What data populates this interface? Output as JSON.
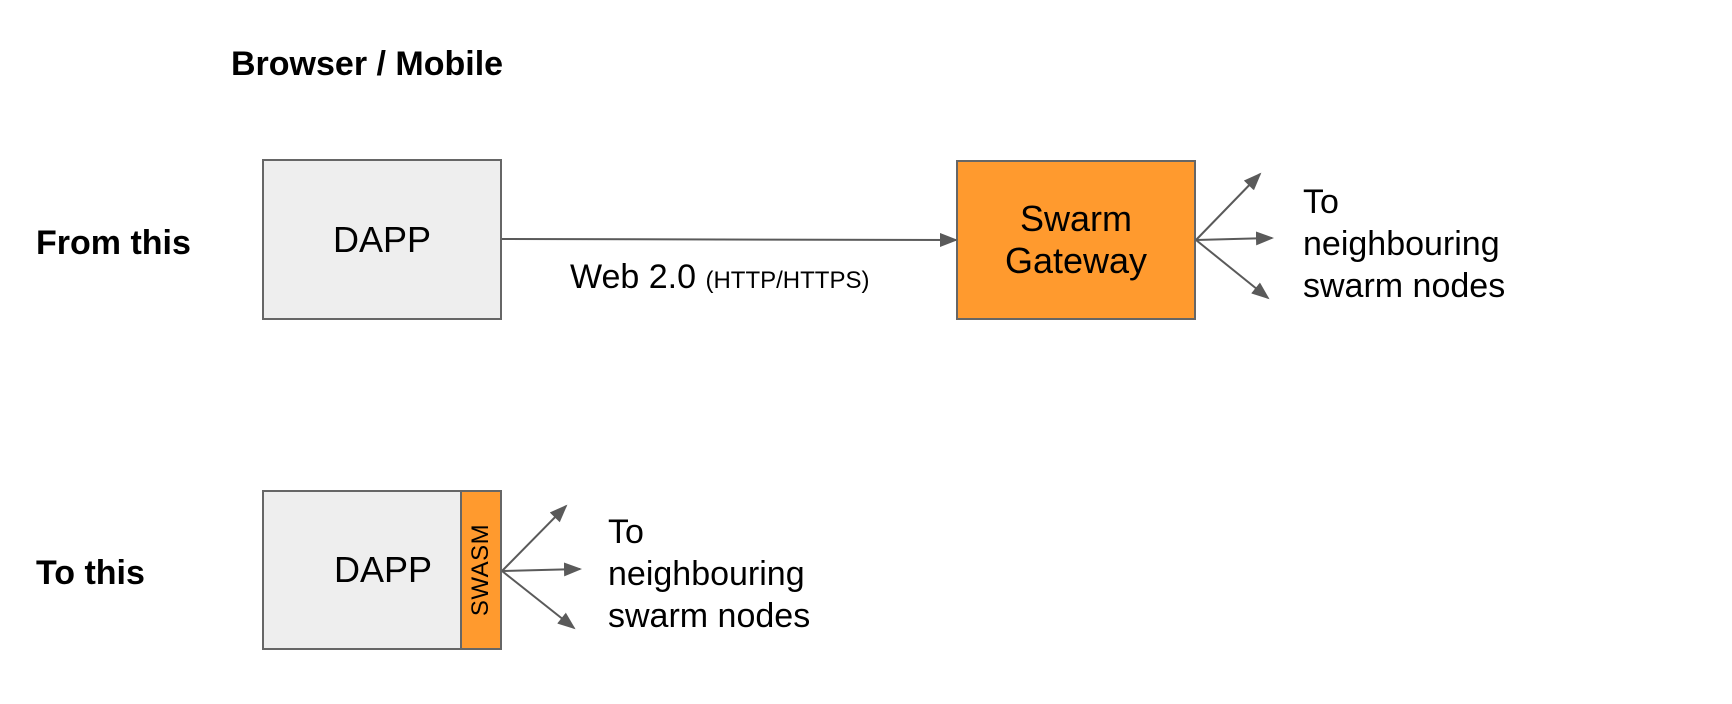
{
  "title": "Browser / Mobile",
  "rows": {
    "from": {
      "label": "From this",
      "dapp_label": "DAPP",
      "connection_label": "Web 2.0",
      "connection_protocol": "(HTTP/HTTPS)",
      "gateway_label_line1": "Swarm",
      "gateway_label_line2": "Gateway",
      "destination_line1": "To",
      "destination_line2": "neighbouring",
      "destination_line3": "swarm nodes"
    },
    "to": {
      "label": "To this",
      "dapp_label": "DAPP",
      "embedded_label": "SWASM",
      "destination_line1": "To",
      "destination_line2": "neighbouring",
      "destination_line3": "swarm nodes"
    }
  },
  "colors": {
    "box_fill": "#eeeeee",
    "accent_orange": "#ff9a2e",
    "border": "#666666",
    "arrow": "#5a5a5a"
  }
}
